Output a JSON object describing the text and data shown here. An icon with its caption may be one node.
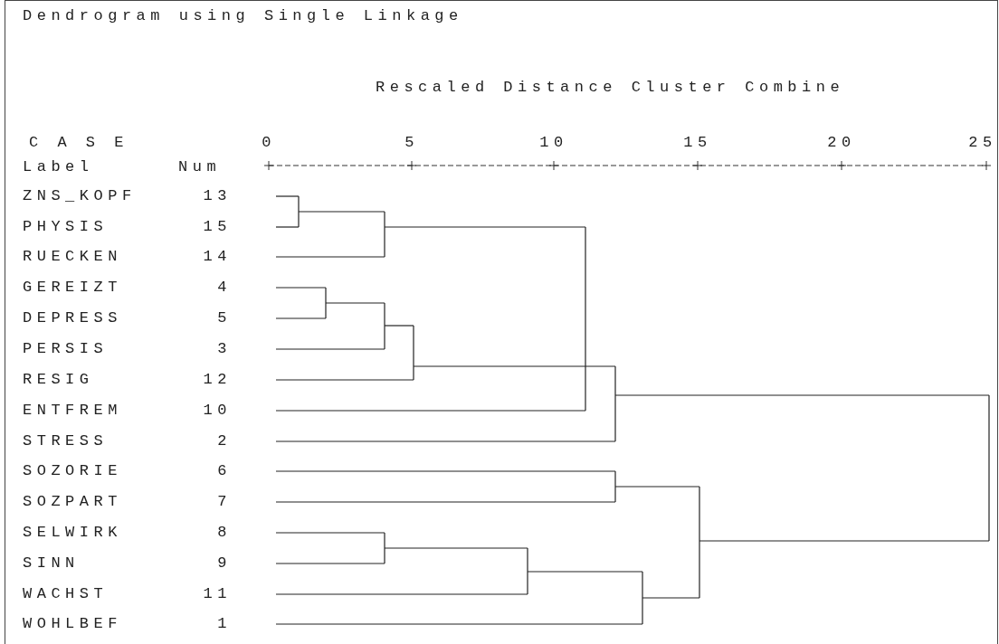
{
  "diagram": {
    "title": "Dendrogram using Single Linkage",
    "labels": [
      "Rescaled Distance Cluster Combine",
      "C A S E",
      "0",
      "5",
      "10",
      "15",
      "20",
      "25",
      "Label",
      "Num",
      "ZNS_KOPF",
      "13",
      "PHYSIS",
      "15",
      "RUECKEN",
      "14",
      "GEREIZT",
      "4",
      "DEPRESS",
      "5",
      "PERSIS",
      "3",
      "RESIG",
      "12",
      "ENTFREM",
      "10",
      "STRESS",
      "2",
      "SOZORIE",
      "6",
      "SOZPART",
      "7",
      "SELWIRK",
      "8",
      "SINN",
      "9",
      "WACHST",
      "11",
      "WOHLBEF",
      "1"
    ]
  }
}
